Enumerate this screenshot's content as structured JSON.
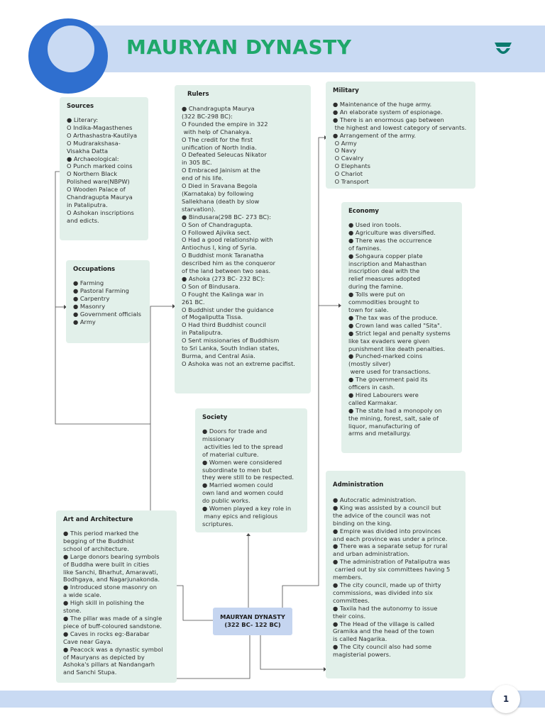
{
  "title": "MAURYAN DYNASTY",
  "page_number": "1",
  "center": {
    "line1": "MAURYAN DYNASTY",
    "line2": "(322 BC- 122 BC)"
  },
  "sources": {
    "title": "Sources",
    "body": "● Literary:\nO Indika-Magasthenes\nO Arthashastra-Kautilya\nO Mudrarakshasa-\nVisakha Datta\n● Archaeological:\nO Punch marked coins\nO Northern Black\nPolished ware(NBPW)\nO Wooden Palace of\nChandragupta Maurya\nin Pataliputra.\nO Ashokan inscriptions\nand edicts."
  },
  "occupations": {
    "title": "Occupations",
    "body": "● Farming\n● Pastoral Farming\n● Carpentry\n● Masonry\n● Government officials\n● Army"
  },
  "rulers": {
    "title": "Rulers",
    "body": "● Chandragupta Maurya\n(322 BC-298 BC):\nO Founded the empire in 322\n with help of Chanakya.\nO The credit for the first\nunification of North India.\nO Defeated Seleucas Nikator\nin 305 BC.\nO Embraced Jainism at the\nend of his life.\nO Died in Sravana Begola\n(Karnataka) by following\nSallekhana (death by slow\nstarvation).\n● Bindusara(298 BC- 273 BC):\nO Son of Chandragupta.\nO Followed Ajivika sect.\nO Had a good relationship with\nAntiochus I, king of Syria.\nO Buddhist monk Taranatha\ndescribed him as the conqueror\nof the land between two seas.\n● Ashoka (273 BC- 232 BC):\nO Son of Bindusara.\nO Fought the Kalinga war in\n261 BC.\nO Buddhist under the guidance\nof Mogaliputta Tissa.\nO Had third Buddhist council\nin Pataliputra.\nO Sent missionaries of Buddhism\nto Sri Lanka, South Indian states,\nBurma, and Central Asia.\nO Ashoka was not an extreme pacifist."
  },
  "military": {
    "title": "Military",
    "body": "● Maintenance of the huge army.\n● An elaborate system of espionage.\n● There is an enormous gap between\n the highest and lowest category of servants.\n● Arrangement of the army.\n O Army\n O Navy\n O Cavalry\n O Elephants\n O Chariot\n O Transport"
  },
  "economy": {
    "title": "Economy",
    "body": "● Used iron tools.\n● Agriculture was diversified.\n● There was the occurrence\nof famines.\n● Sohgaura copper plate\ninscription and Mahasthan\ninscription deal with the\nrelief measures adopted\nduring the famine.\n● Tolls were put on\ncommodities brought to\ntown for sale.\n● The tax was of the produce.\n● Crown land was called \"Sita\".\n● Strict legal and penalty systems\nlike tax evaders were given\npunishment like death penalties.\n● Punched-marked coins\n(mostly silver)\n were used for transactions.\n● The government paid its\nofficers in cash.\n● Hired Labourers were\ncalled Karmakar.\n● The state had a monopoly on\nthe mining, forest, salt, sale of\nliquor, manufacturing of\narms and metallurgy."
  },
  "society": {
    "title": "Society",
    "body": "● Doors for trade and missionary\n activities led to the spread\nof material culture.\n● Women were considered\nsubordinate to men but\nthey were still to be respected.\n● Married women could\nown land and women could\ndo public works.\n● Women played a key role in\n many epics and religious\nscriptures."
  },
  "art": {
    "title": "Art and Architecture",
    "body": "● This period marked the\nbegging of the Buddhist\nschool of architecture.\n● Large donors bearing symbols\nof Buddha were built in cities\nlike Sanchi, Bharhut, Amaravati,\nBodhgaya, and Nagarjunakonda.\n● Introduced stone masonry on\na wide scale.\n● High skill in polishing the\nstone.\n● The pillar was made of a single\npiece of buff-coloured sandstone.\n● Caves in rocks eg:-Barabar\nCave near Gaya.\n● Peacock was a dynastic symbol\nof Mauryans as depicted by\nAshoka's pillars at Nandangarh\nand Sanchi Stupa."
  },
  "administration": {
    "title": "Administration",
    "body": "● Autocratic administration.\n● King was assisted by a council but\nthe advice of the council was not\nbinding on the king.\n● Empire was divided into provinces\nand each province was under a prince.\n● There was a separate setup for rural\nand urban administration.\n● The administration of Pataliputra was\n carried out by six committees having 5\nmembers.\n● The city council, made up of thirty\ncommissions, was divided into six\ncommittees.\n● Taxila had the autonomy to issue\ntheir coins.\n● The Head of the village is called\nGramika and the head of the town\nis called Nagarika.\n● The City council also had some\nmagisterial powers."
  },
  "colors": {
    "accent": "#2f6fcf",
    "title_green": "#1fa86a",
    "box_bg": "#e2f0ea",
    "band": "#c9daf3"
  }
}
